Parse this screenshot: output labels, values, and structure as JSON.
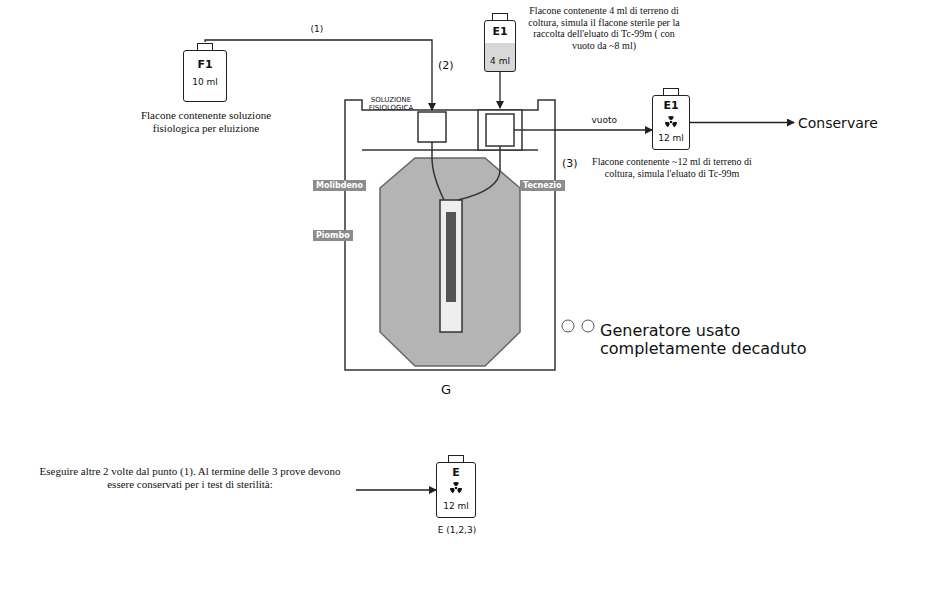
{
  "diagram": {
    "nodes": [
      {
        "text": [
          "F1",
          "10 ml",
          "Flacone contenente soluzione fisiologica per eluizione"
        ]
      },
      {
        "text": [
          "E1",
          "4 ml",
          "Flacone contenente 4 ml di terreno di coltura, simula il flacone sterile per la raccolta dell'eluato di Tc-99m ( con vuoto da ~8 ml)"
        ]
      },
      {
        "text": [
          "G"
        ]
      },
      {
        "text": [
          "Molibdeno"
        ],
        "in": 2
      },
      {
        "text": [
          "Piombo"
        ],
        "in": 2
      },
      {
        "text": [
          "Tecnezio"
        ],
        "in": 2
      },
      {
        "text": [
          "E1",
          "12 ml",
          "Flacone contenente ~12 ml di terreno di coltura, simula l'eluato di Tc-99m"
        ]
      },
      {
        "text": [
          "Conservare"
        ]
      },
      {
        "text": [
          "Eseguire altre 2 volte dal punto (1). Al termine delle 3 prove devono essere conservati per i test di sterilità:"
        ]
      },
      {
        "text": [
          "E",
          "12 ml",
          "E (1,2,3)"
        ]
      }
    ],
    "edges": [
      {
        "from": 0,
        "to": 2,
        "arrow": "to",
        "label": "(1)"
      },
      {
        "from": 1,
        "to": 2,
        "arrow": "to"
      },
      {
        "from": 2,
        "to": 6,
        "arrow": "to",
        "label": "vuoto"
      },
      {
        "from": 6,
        "to": 7,
        "arrow": "to"
      },
      {
        "from": 8,
        "to": 9,
        "arrow": "to"
      }
    ],
    "labels": [
      "SOLUZIONE FISIOLOGICA",
      "(2)",
      "(3)",
      "Generatore usato completamente decaduto"
    ]
  }
}
